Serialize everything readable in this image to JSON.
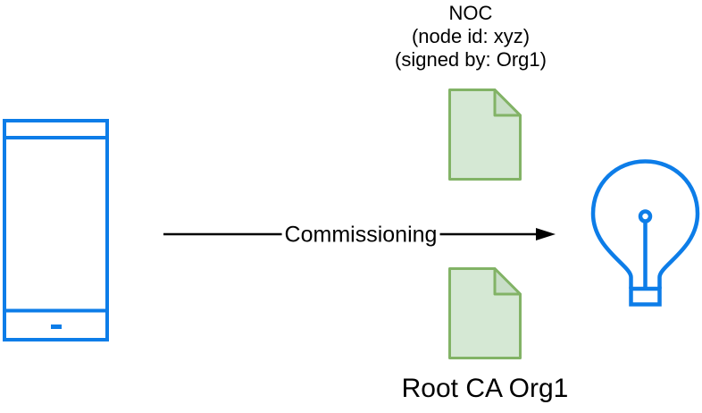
{
  "colors": {
    "background": "#ffffff",
    "text": "#000000",
    "device_stroke": "#0d7de8",
    "arrow": "#000000",
    "document_fill": "#d5e8d4",
    "document_fold_fill": "#c8dec7",
    "document_stroke": "#82b366"
  },
  "noc_label": {
    "line1": "NOC",
    "line2": "(node id: xyz)",
    "line3": "(signed by: Org1)"
  },
  "arrow": {
    "label": "Commissioning"
  },
  "root_ca_label": "Root CA Org1",
  "icons": {
    "phone": "smartphone-icon",
    "noc_document": "document-icon",
    "root_ca_document": "document-icon",
    "bulb": "lightbulb-icon"
  }
}
